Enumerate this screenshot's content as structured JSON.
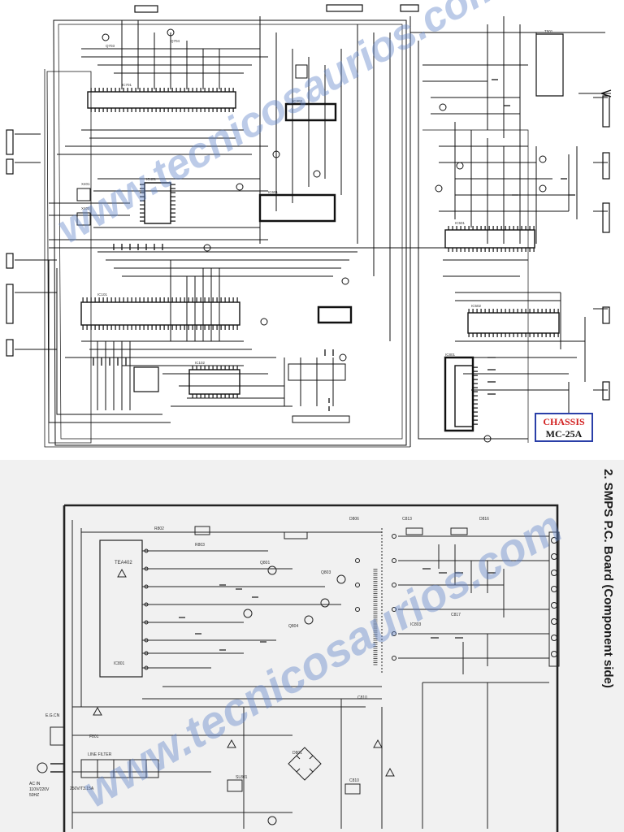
{
  "top_schematic": {
    "chassis_label": {
      "line1": "CHASSIS",
      "line2": "MC-25A"
    },
    "colors": {
      "chassis_border": "#2a3fa8",
      "chassis_text1": "#d22020"
    }
  },
  "bottom_schematic": {
    "title": "2. SMPS P.C. Board (Component side)",
    "labels": {
      "bgc": "E.G.CN",
      "ac_in": "AC IN",
      "ac_volt": "110V/220V",
      "ac_freq": "50HZ",
      "fuse": "250V/T3.15A",
      "ic": "TEA402"
    }
  },
  "watermark": {
    "text_top": "www.tecnicosaurios.com",
    "text_bottom": "www.tecnicosaurios.com"
  }
}
